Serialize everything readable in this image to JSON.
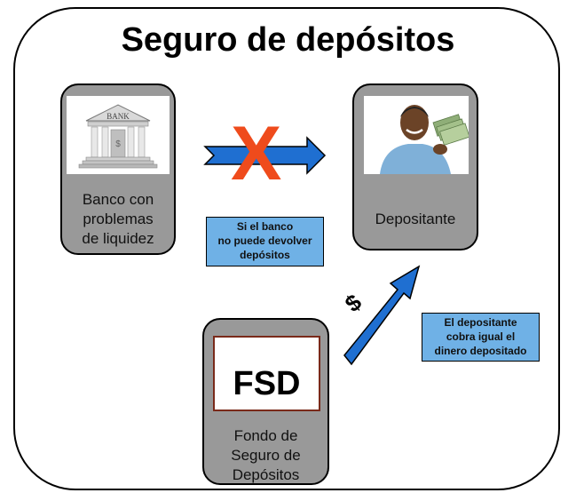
{
  "title": "Seguro de depósitos",
  "bank": {
    "sign_text": "BANK",
    "label_lines": [
      "Banco con",
      "problemas",
      "de liquidez"
    ]
  },
  "depositor": {
    "label": "Depositante"
  },
  "fund": {
    "acronym": "FSD",
    "label_lines": [
      "Fondo de",
      "Seguro de",
      "Depósitos"
    ]
  },
  "callouts": {
    "bank_fail": [
      "Si el banco",
      "no puede devolver",
      "depósitos"
    ],
    "depositor_paid": [
      "El depositante",
      "cobra igual el",
      "dinero depositado"
    ]
  },
  "symbols": {
    "cross": "X",
    "dollar": "$"
  },
  "colors": {
    "card_fill": "#999999",
    "callout_fill": "#6fb1e6",
    "arrow_fill": "#1f6fd1",
    "cross_color": "#ef4b1c"
  }
}
